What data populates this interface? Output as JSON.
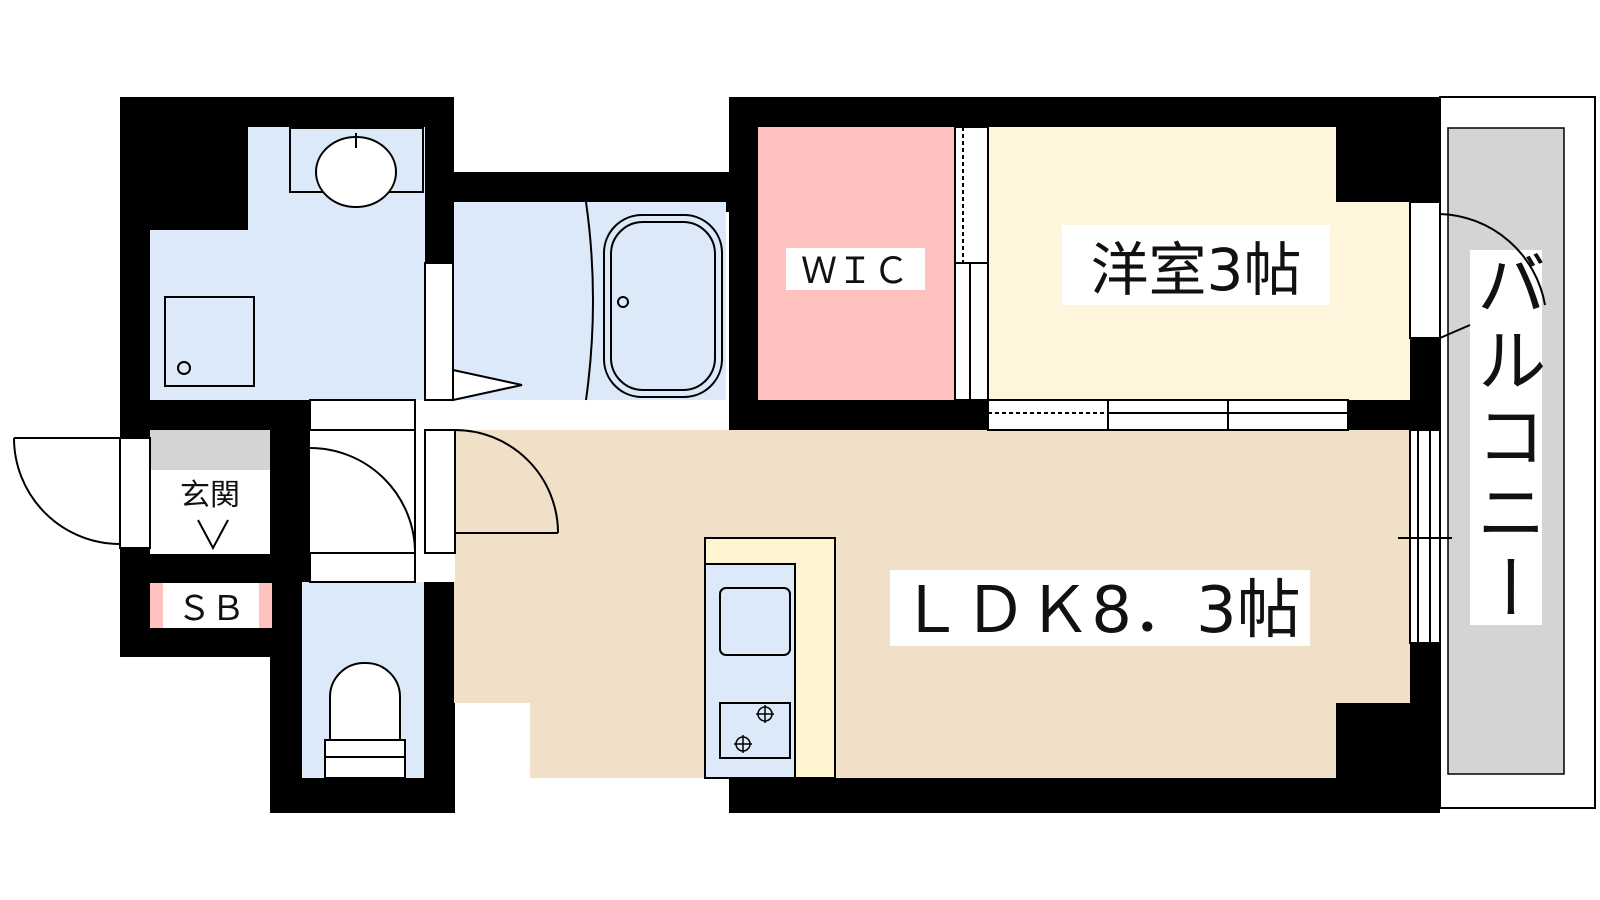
{
  "labels": {
    "wic": "ＷＩＣ",
    "western_room": "洋室3帖",
    "balcony": "バルコニー",
    "entrance": "玄関",
    "shoe_box": "ＳＢ",
    "ldk": "ＬＤＫ8．3帖"
  },
  "colors": {
    "wall": "#000000",
    "water": "#dce9f8",
    "wic": "#ffc0c0",
    "western_room": "#fff5dc",
    "ldk": "#f0e0c8",
    "entrance": "#d4d4d4",
    "balcony": "#d4d4d4",
    "shoe_box": "#ffc0c0",
    "counter": "#fff5d0"
  }
}
